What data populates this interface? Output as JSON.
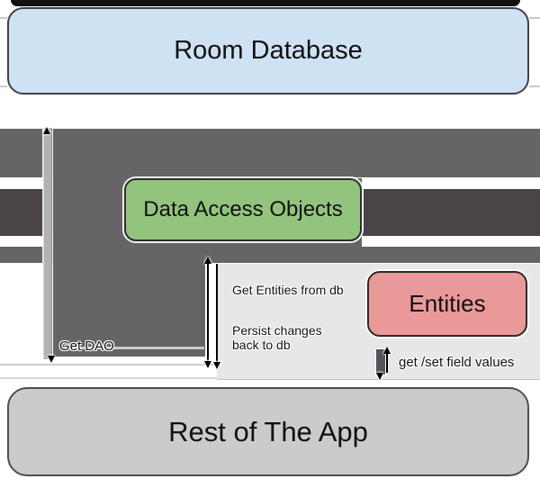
{
  "diagram": {
    "nodes": {
      "room_database": {
        "label": "Room Database",
        "fill": "#cfe2f3"
      },
      "dao": {
        "label": "Data Access Objects",
        "fill": "#93c47d"
      },
      "entities": {
        "label": "Entities",
        "fill": "#ea9999"
      },
      "rest_of_app": {
        "label": "Rest of The App",
        "fill": "#cbcbcb"
      }
    },
    "edges": {
      "get_dao": {
        "label": "Get DAO"
      },
      "get_entities": {
        "label": "Get Entities from db"
      },
      "persist_changes": {
        "label": "Persist changes back to db"
      },
      "get_set_fields": {
        "label": "get /set field values"
      }
    },
    "colors": {
      "band_medium": "#666466",
      "band_dark": "#4a4449",
      "panel_light": "#e7e7e7",
      "bar_light": "#b2b2b2",
      "top_bar_black": "#111111",
      "arrow_black": "#000000"
    }
  }
}
